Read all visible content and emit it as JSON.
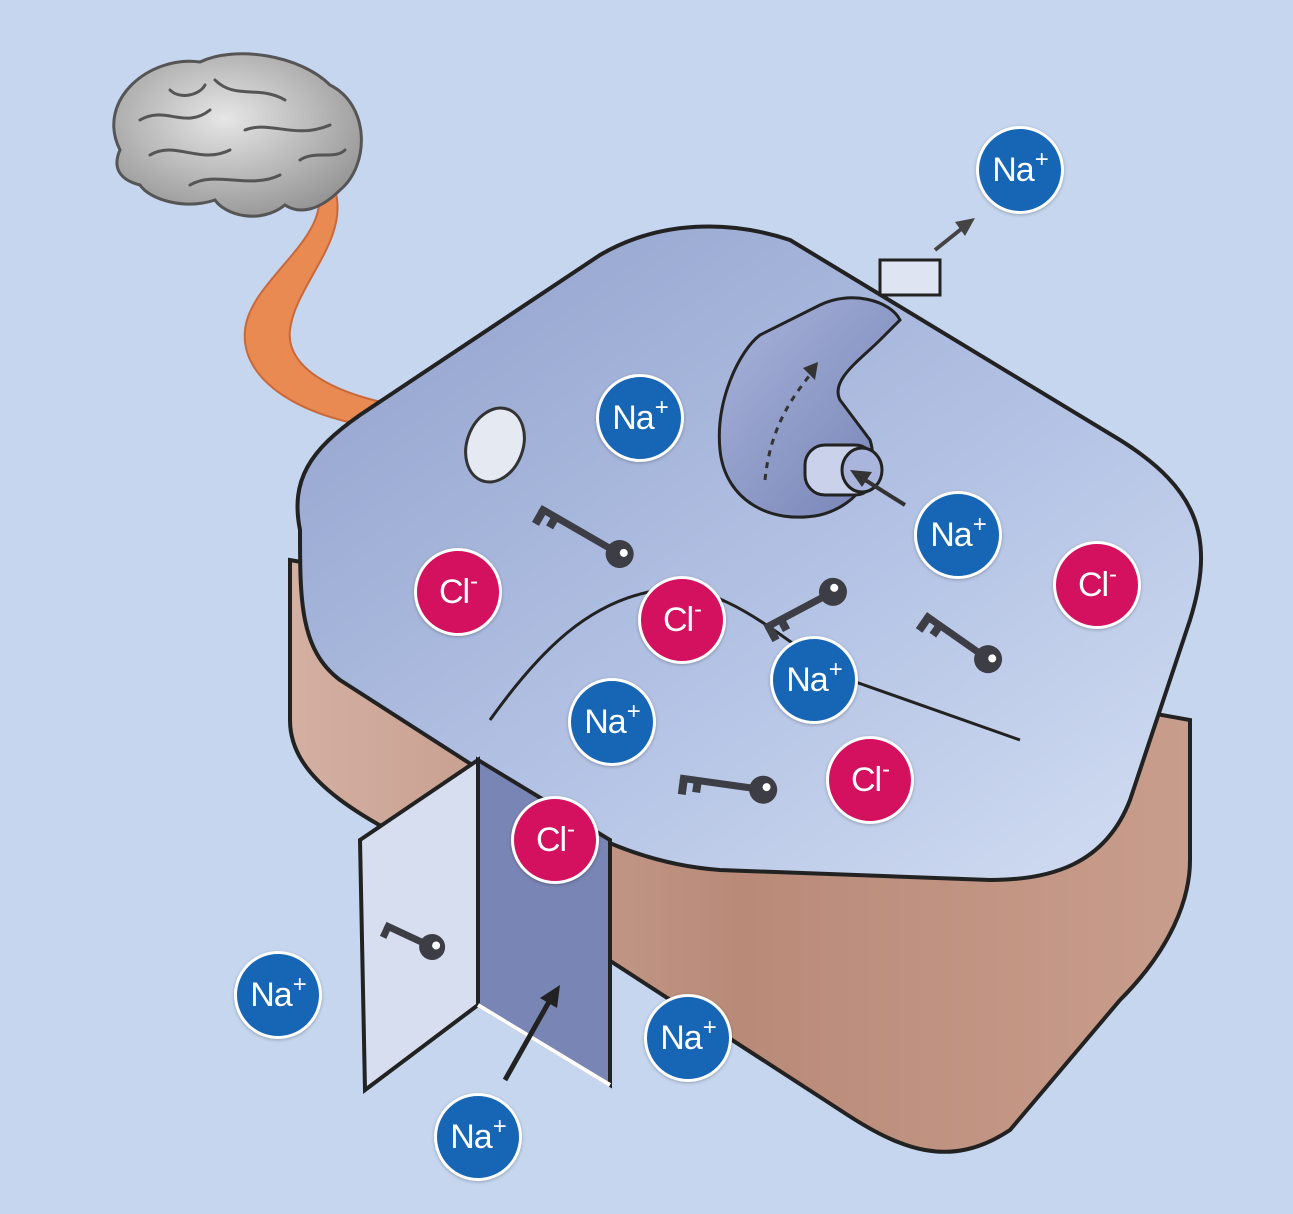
{
  "colors": {
    "background": "#c5d6ee",
    "sodium": "#1766b5",
    "chloride": "#d3115e",
    "cell_wall_outer": "#c89a86",
    "cell_interior": "#aebfe0",
    "nerve": "#e88a52",
    "brain": "#b9b9b9",
    "key": "#3d3d45"
  },
  "icons": {
    "brain": "brain-icon",
    "nerve": "nerve-fiber",
    "pump": "sodium-pump",
    "channel": "open-ion-channel",
    "gate": "gated-door",
    "key": "key-icon",
    "arrow": "arrow-icon"
  },
  "ions": [
    {
      "id": "na-outside-top",
      "symbol": "Na",
      "charge": "+",
      "type": "na"
    },
    {
      "id": "na-center-top",
      "symbol": "Na",
      "charge": "+",
      "type": "na"
    },
    {
      "id": "na-pump-entry",
      "symbol": "Na",
      "charge": "+",
      "type": "na"
    },
    {
      "id": "cl-left",
      "symbol": "Cl",
      "charge": "-",
      "type": "cl"
    },
    {
      "id": "cl-center",
      "symbol": "Cl",
      "charge": "-",
      "type": "cl"
    },
    {
      "id": "cl-right",
      "symbol": "Cl",
      "charge": "-",
      "type": "cl"
    },
    {
      "id": "na-center-right",
      "symbol": "Na",
      "charge": "+",
      "type": "na"
    },
    {
      "id": "na-center-left",
      "symbol": "Na",
      "charge": "+",
      "type": "na"
    },
    {
      "id": "cl-bottom-center",
      "symbol": "Cl",
      "charge": "-",
      "type": "cl"
    },
    {
      "id": "cl-door",
      "symbol": "Cl",
      "charge": "-",
      "type": "cl"
    },
    {
      "id": "na-outside-left",
      "symbol": "Na",
      "charge": "+",
      "type": "na"
    },
    {
      "id": "na-outside-right",
      "symbol": "Na",
      "charge": "+",
      "type": "na"
    },
    {
      "id": "na-door-entry",
      "symbol": "Na",
      "charge": "+",
      "type": "na"
    }
  ]
}
